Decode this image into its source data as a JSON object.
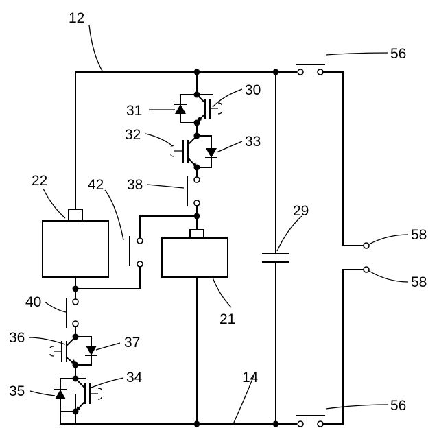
{
  "labels": {
    "l12": "12",
    "l14": "14",
    "l21": "21",
    "l22": "22",
    "l29": "29",
    "l30": "30",
    "l31": "31",
    "l32": "32",
    "l33": "33",
    "l34": "34",
    "l35": "35",
    "l36": "36",
    "l37": "37",
    "l38": "38",
    "l40": "40",
    "l42": "42",
    "l56_top": "56",
    "l56_bottom": "56",
    "l58_top": "58",
    "l58_bottom": "58"
  },
  "colors": {
    "line": "#000000",
    "background": "#ffffff"
  }
}
